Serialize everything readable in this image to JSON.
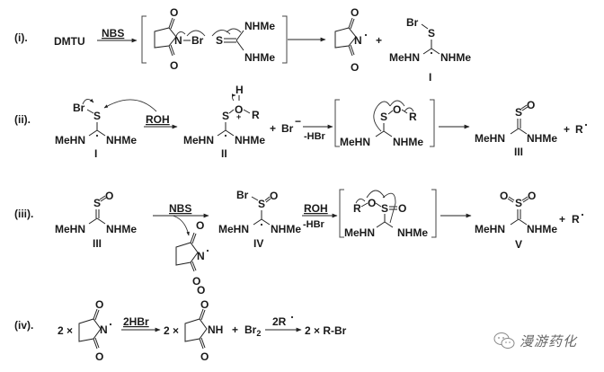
{
  "steps": [
    {
      "label": "(i).",
      "reactant": "DMTU",
      "reagent": "NBS",
      "intermediate": {
        "left": "N",
        "bond_atom": "Br",
        "thio": "S",
        "groups": [
          "NHMe",
          "NHMe"
        ]
      },
      "products": {
        "radical": "N",
        "plus": "+",
        "species": {
          "top": "Br",
          "s": "S",
          "left": "MeHN",
          "right": "NHMe",
          "id": "I"
        }
      }
    },
    {
      "label": "(ii).",
      "reactant": {
        "br": "Br",
        "s": "S",
        "left": "MeHN",
        "right": "NHMe",
        "id": "I"
      },
      "reagent": "ROH",
      "product": {
        "h": "H",
        "s": "S",
        "o": "O",
        "r": "R",
        "charge": "+",
        "left": "MeHN",
        "right": "NHMe",
        "id": "II"
      },
      "byproduct": "Br",
      "byproduct_charge": "−",
      "plus": "+",
      "elimination": "-HBr",
      "intermediate": {
        "s": "S",
        "o": "O",
        "r": "R",
        "left": "MeHN",
        "right": "NHMe"
      },
      "final": {
        "s": "S",
        "o": "O",
        "left": "MeHN",
        "right": "NHMe",
        "id": "III"
      },
      "radical": "R"
    },
    {
      "label": "(iii).",
      "reactant": {
        "s": "S",
        "o": "O",
        "left": "MeHN",
        "right": "NHMe",
        "id": "III"
      },
      "reagent": "NBS",
      "side_radical": "N",
      "side_o": "O",
      "product": {
        "br": "Br",
        "s": "S",
        "o": "O",
        "left": "MeHN",
        "right": "NHMe",
        "id": "IV"
      },
      "reagent2": "ROH",
      "elimination": "-HBr",
      "intermediate": {
        "r": "R",
        "o": "O",
        "s": "S",
        "o2": "O",
        "left": "MeHN",
        "right": "NHMe"
      },
      "final": {
        "s": "S",
        "o1": "O",
        "o2": "O",
        "left": "MeHN",
        "right": "NHMe",
        "id": "V"
      },
      "plus": "+",
      "radical": "R"
    },
    {
      "label": "(iv).",
      "coef1": "2 ×",
      "radical_n": "N",
      "reagent": "2HBr",
      "coef2": "2 ×",
      "nh": "NH",
      "plus": "+",
      "br2": "Br",
      "br2_sub": "2",
      "reagent2": "2R",
      "product": "2 × R-Br",
      "o": "O"
    }
  ],
  "watermark": {
    "text": "漫游药化",
    "icon": "wechat-icon"
  }
}
